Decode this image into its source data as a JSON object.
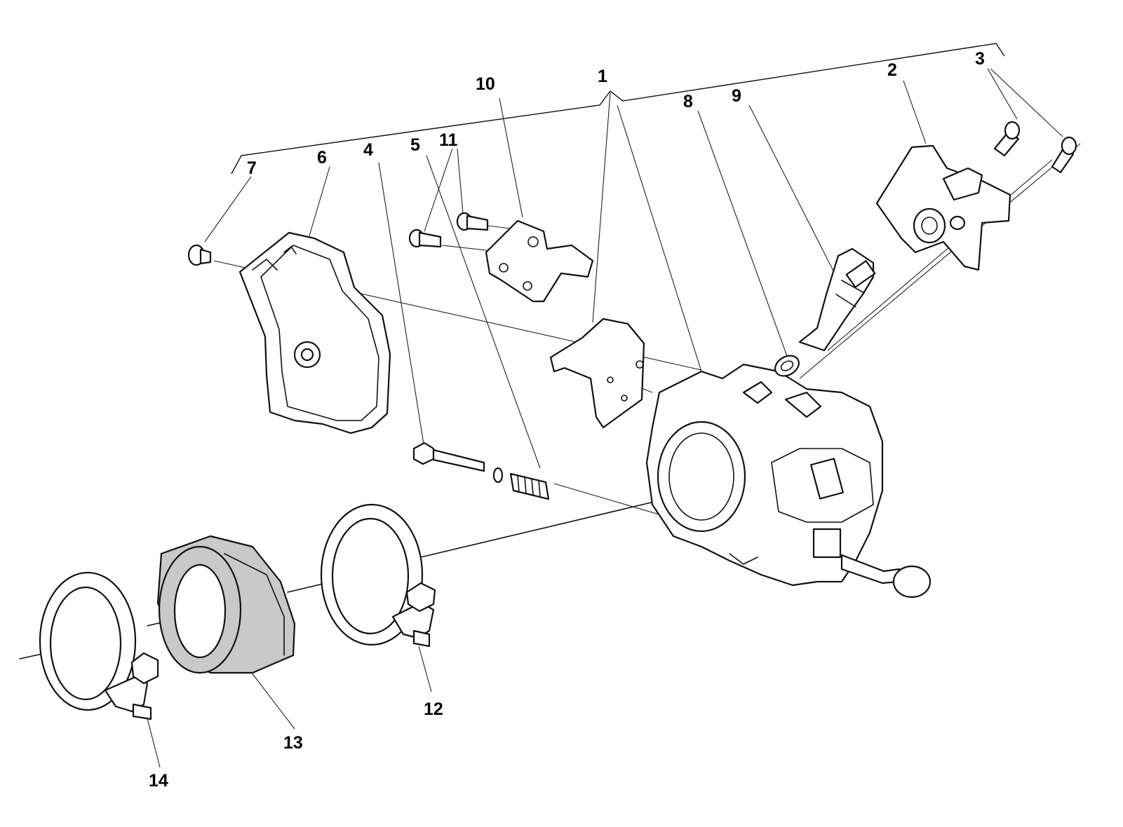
{
  "callouts": {
    "n1": "1",
    "n2": "2",
    "n3": "3",
    "n4": "4",
    "n5": "5",
    "n6": "6",
    "n7": "7",
    "n8": "8",
    "n9": "9",
    "n10": "10",
    "n11": "11",
    "n12": "12",
    "n13": "13",
    "n14": "14"
  },
  "colors": {
    "line": "#111111",
    "rubber_fill": "#c9c9c9",
    "background": "#ffffff"
  }
}
